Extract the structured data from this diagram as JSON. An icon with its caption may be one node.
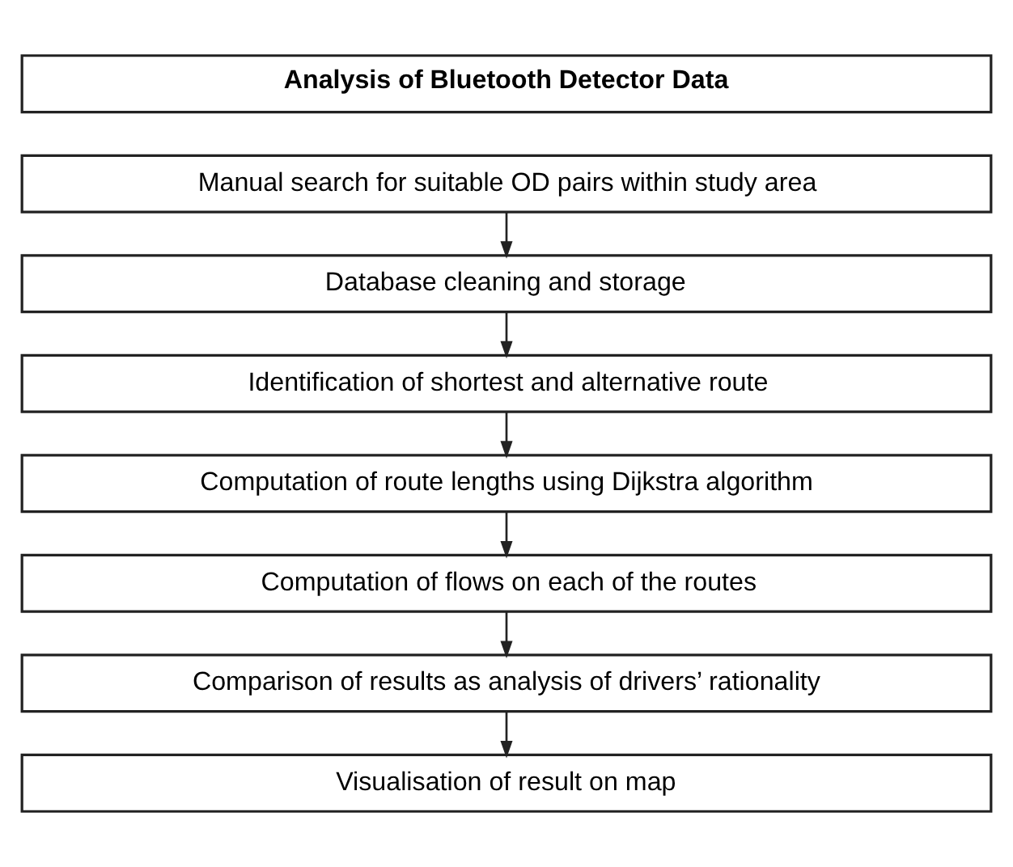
{
  "diagram": {
    "nodes": [
      {
        "text": [
          "Analysis of Bluetooth Detector Data"
        ]
      },
      {
        "text": [
          "Manual search for suitable OD pairs within study area"
        ]
      },
      {
        "text": [
          "Database cleaning and storage"
        ]
      },
      {
        "text": [
          "Identification of shortest and alternative route"
        ]
      },
      {
        "text": [
          "Computation of route lengths using Dijkstra algorithm"
        ]
      },
      {
        "text": [
          "Computation of flows on each of the routes"
        ]
      },
      {
        "text": [
          "Comparison of results as analysis of drivers’ rationality"
        ]
      },
      {
        "text": [
          "Visualisation of result on map"
        ]
      }
    ],
    "edges": [
      {
        "from": 1,
        "to": 2,
        "arrow": "to"
      },
      {
        "from": 2,
        "to": 3,
        "arrow": "to"
      },
      {
        "from": 3,
        "to": 4,
        "arrow": "to"
      },
      {
        "from": 4,
        "to": 5,
        "arrow": "to"
      },
      {
        "from": 5,
        "to": 6,
        "arrow": "to"
      },
      {
        "from": 6,
        "to": 7,
        "arrow": "to"
      }
    ]
  }
}
